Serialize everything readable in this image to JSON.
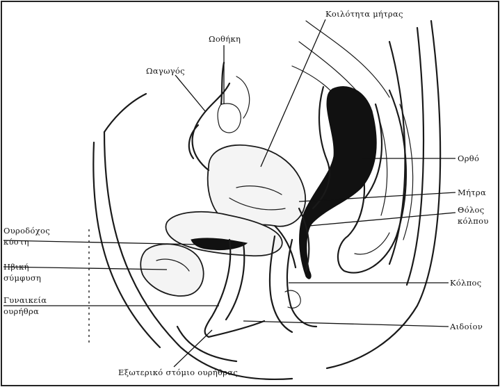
{
  "labels": {
    "uterine_cavity": "Κοιλότητα μήτρας",
    "ovary": "Ωοθήκη",
    "oviduct": "Ωαγωγός",
    "rectum": "Ορθό",
    "uterus": "Μήτρα",
    "fornix_1": "Θόλος",
    "fornix_2": "κόλπου",
    "bladder_1": "Ουροδόχος",
    "bladder_2": "κύστη",
    "symphysis_1": "Ηβική",
    "symphysis_2": "σύμφυση",
    "urethra_1": "Γυναικεία",
    "urethra_2": "ουρήθρα",
    "vagina": "Κόλπος",
    "vulva": "Αιδοίον",
    "urethral_orifice": "Εξωτερικό στόμιο ουρήθρας"
  }
}
